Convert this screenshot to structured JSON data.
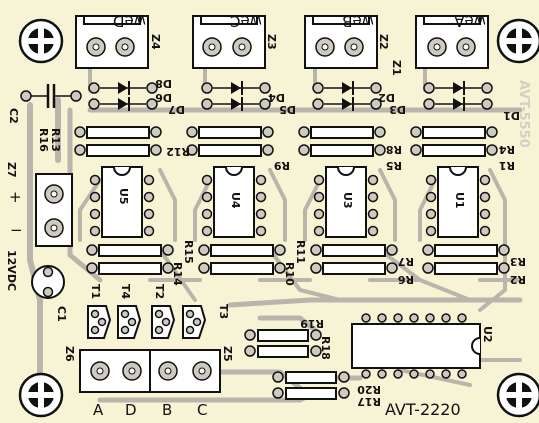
{
  "board": {
    "title": "AVT-2220",
    "mirror_code": "AVT-5550",
    "power_label": "12VDC",
    "plus_sign": "+",
    "minus_sign": "−"
  },
  "connectors": [
    {
      "ref": "Z4",
      "signal": "weD"
    },
    {
      "ref": "Z3",
      "signal": "weC"
    },
    {
      "ref": "Z2",
      "signal": "weB"
    },
    {
      "ref": "Z1",
      "signal": "weA"
    },
    {
      "ref": "Z7"
    },
    {
      "ref": "Z6"
    },
    {
      "ref": "Z5"
    }
  ],
  "ics": [
    "U5",
    "U4",
    "U3",
    "U1",
    "U2"
  ],
  "capacitors": [
    "C2",
    "C1"
  ],
  "transistors": [
    "T1",
    "T4",
    "T2",
    "T3"
  ],
  "bottom_letters": [
    "A",
    "D",
    "B",
    "C"
  ],
  "resistor_labels": {
    "r13": "R13",
    "r16": "R16",
    "r12": "R12",
    "r9": "R9",
    "r8": "R8",
    "r5": "R5",
    "r4": "R4",
    "r1": "R1",
    "r15": "R15",
    "r14": "R14",
    "r11": "R11",
    "r10": "R10",
    "r7": "R7",
    "r6": "R6",
    "r3": "R3",
    "r2": "R2",
    "r19": "R19",
    "r18": "R18",
    "r20": "R20",
    "r17": "R17"
  },
  "diode_labels": {
    "d8": "D8",
    "d7": "D7",
    "d6": "D6",
    "d5": "D5",
    "d4": "D4",
    "d3": "D3",
    "d2": "D2",
    "d1": "D1"
  }
}
